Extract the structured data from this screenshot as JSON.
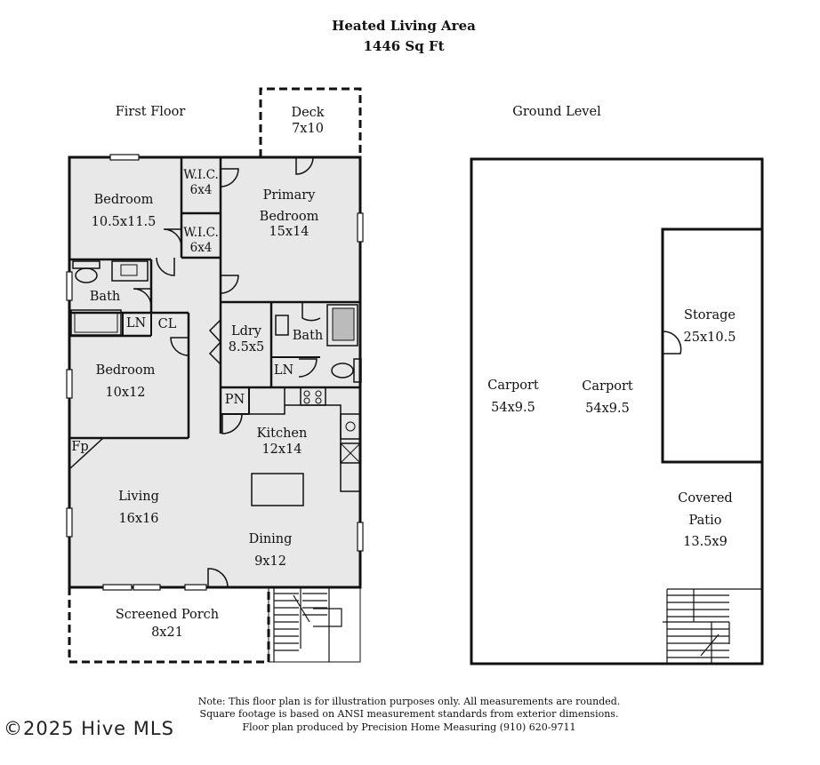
{
  "header": {
    "title": "Heated Living Area",
    "subtitle": "1446 Sq Ft"
  },
  "sections": {
    "first_floor": "First Floor",
    "ground_level": "Ground Level"
  },
  "rooms": {
    "deck": {
      "name": "Deck",
      "size": "7x10"
    },
    "wic1": {
      "name": "W.I.C.",
      "size": "6x4"
    },
    "wic2": {
      "name": "W.I.C.",
      "size": "6x4"
    },
    "bedroom1": {
      "name": "Bedroom",
      "size": "10.5x11.5"
    },
    "primary": {
      "name": "Primary",
      "name2": "Bedroom",
      "size": "15x14"
    },
    "bath1": {
      "name": "Bath"
    },
    "ln1": {
      "name": "LN"
    },
    "cl": {
      "name": "CL"
    },
    "ldry": {
      "name": "Ldry",
      "size": "8.5x5"
    },
    "bath2": {
      "name": "Bath"
    },
    "ln2": {
      "name": "LN"
    },
    "bedroom2": {
      "name": "Bedroom",
      "size": "10x12"
    },
    "pn": {
      "name": "PN"
    },
    "kitchen": {
      "name": "Kitchen",
      "size": "12x14"
    },
    "fp": {
      "name": "Fp"
    },
    "living": {
      "name": "Living",
      "size": "16x16"
    },
    "dining": {
      "name": "Dining",
      "size": "9x12"
    },
    "porch": {
      "name": "Screened Porch",
      "size": "8x21"
    },
    "carport1": {
      "name": "Carport",
      "size": "54x9.5"
    },
    "carport2": {
      "name": "Carport",
      "size": "54x9.5"
    },
    "storage": {
      "name": "Storage",
      "size": "25x10.5"
    },
    "patio": {
      "name": "Covered",
      "name2": "Patio",
      "size": "13.5x9"
    }
  },
  "notes": {
    "line1": "Note: This floor plan is for illustration purposes only. All measurements are rounded.",
    "line2": "Square footage is based on ANSI measurement standards from exterior dimensions.",
    "line3": "Floor plan produced by Precision Home Measuring (910) 620-9711"
  },
  "watermark": "©2025 Hive MLS"
}
